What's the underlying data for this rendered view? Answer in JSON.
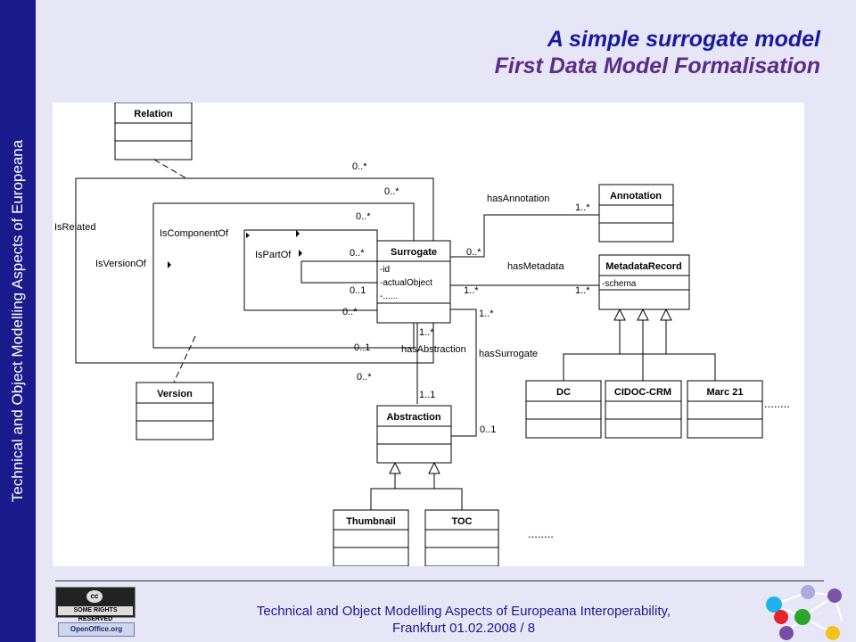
{
  "sidebar_text": "Technical and Object Modelling Aspects of Europeana",
  "title": {
    "line1": "A simple surrogate model",
    "line2": "First Data Model Formalisation"
  },
  "diagram": {
    "classes": {
      "relation": "Relation",
      "version": "Version",
      "surrogate": "Surrogate",
      "surrogate_attrs": [
        "-id",
        "-actualObject",
        "-......"
      ],
      "annotation": "Annotation",
      "metadata_record": "MetadataRecord",
      "metadata_attrs": [
        "-schema"
      ],
      "abstraction": "Abstraction",
      "dc": "DC",
      "cidoc": "CIDOC-CRM",
      "marc": "Marc 21",
      "thumbnail": "Thumbnail",
      "toc": "TOC"
    },
    "associations": {
      "is_related": "IsRelated",
      "is_version_of": "IsVersionOf",
      "is_component_of": "IsComponentOf",
      "is_part_of": "IsPartOf",
      "has_annotation": "hasAnnotation",
      "has_metadata": "hasMetadata",
      "has_abstraction": "hasAbstraction",
      "has_surrogate": "hasSurrogate"
    },
    "multiplicities": {
      "m_0s_a": "0..*",
      "m_0s_b": "0..*",
      "m_0s_c": "0..*",
      "m_0s_d": "0..*",
      "m_01_a": "0..1",
      "m_0s_e": "0..*",
      "m_01_b": "0..1",
      "m_0s_f": "0..*",
      "m_0s_g": "0..*",
      "m_1s_a": "1..*",
      "m_1s_b": "1..*",
      "m_1s_c": "1..*",
      "m_1s_d": "1..*",
      "m_1s_e": "1..*",
      "m_11": "1..1",
      "m_01_c": "0..1"
    },
    "ellipsis_right": "........",
    "ellipsis_bottom": "........"
  },
  "footer": {
    "line1": "Technical and Object Modelling Aspects of Europeana Interoperability,",
    "line2": "Frankfurt 01.02.2008 / 8"
  },
  "badges": {
    "cc_label": "cc",
    "cc_text": "SOME RIGHTS RESERVED",
    "openoffice_text": "OpenOffice.org"
  },
  "colors": {
    "sidebar": "#1a1a8c",
    "title1": "#1a1aa0",
    "title2": "#5a2d86",
    "background": "#e6e6f7"
  }
}
